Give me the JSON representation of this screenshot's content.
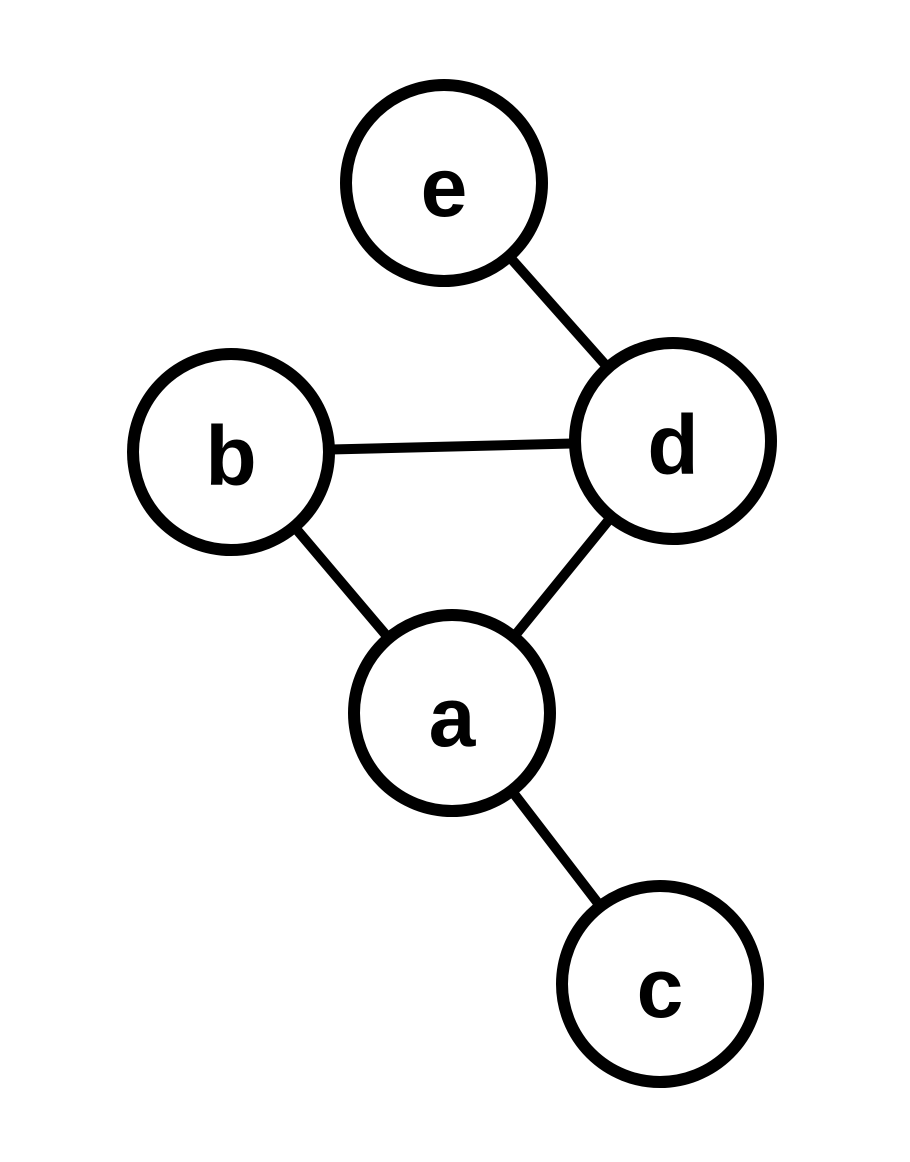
{
  "graph": {
    "nodes": [
      {
        "id": "e",
        "label": "e"
      },
      {
        "id": "b",
        "label": "b"
      },
      {
        "id": "d",
        "label": "d"
      },
      {
        "id": "a",
        "label": "a"
      },
      {
        "id": "c",
        "label": "c"
      }
    ],
    "edges": [
      {
        "from": "e",
        "to": "d"
      },
      {
        "from": "b",
        "to": "d"
      },
      {
        "from": "b",
        "to": "a"
      },
      {
        "from": "d",
        "to": "a"
      },
      {
        "from": "a",
        "to": "c"
      }
    ]
  }
}
